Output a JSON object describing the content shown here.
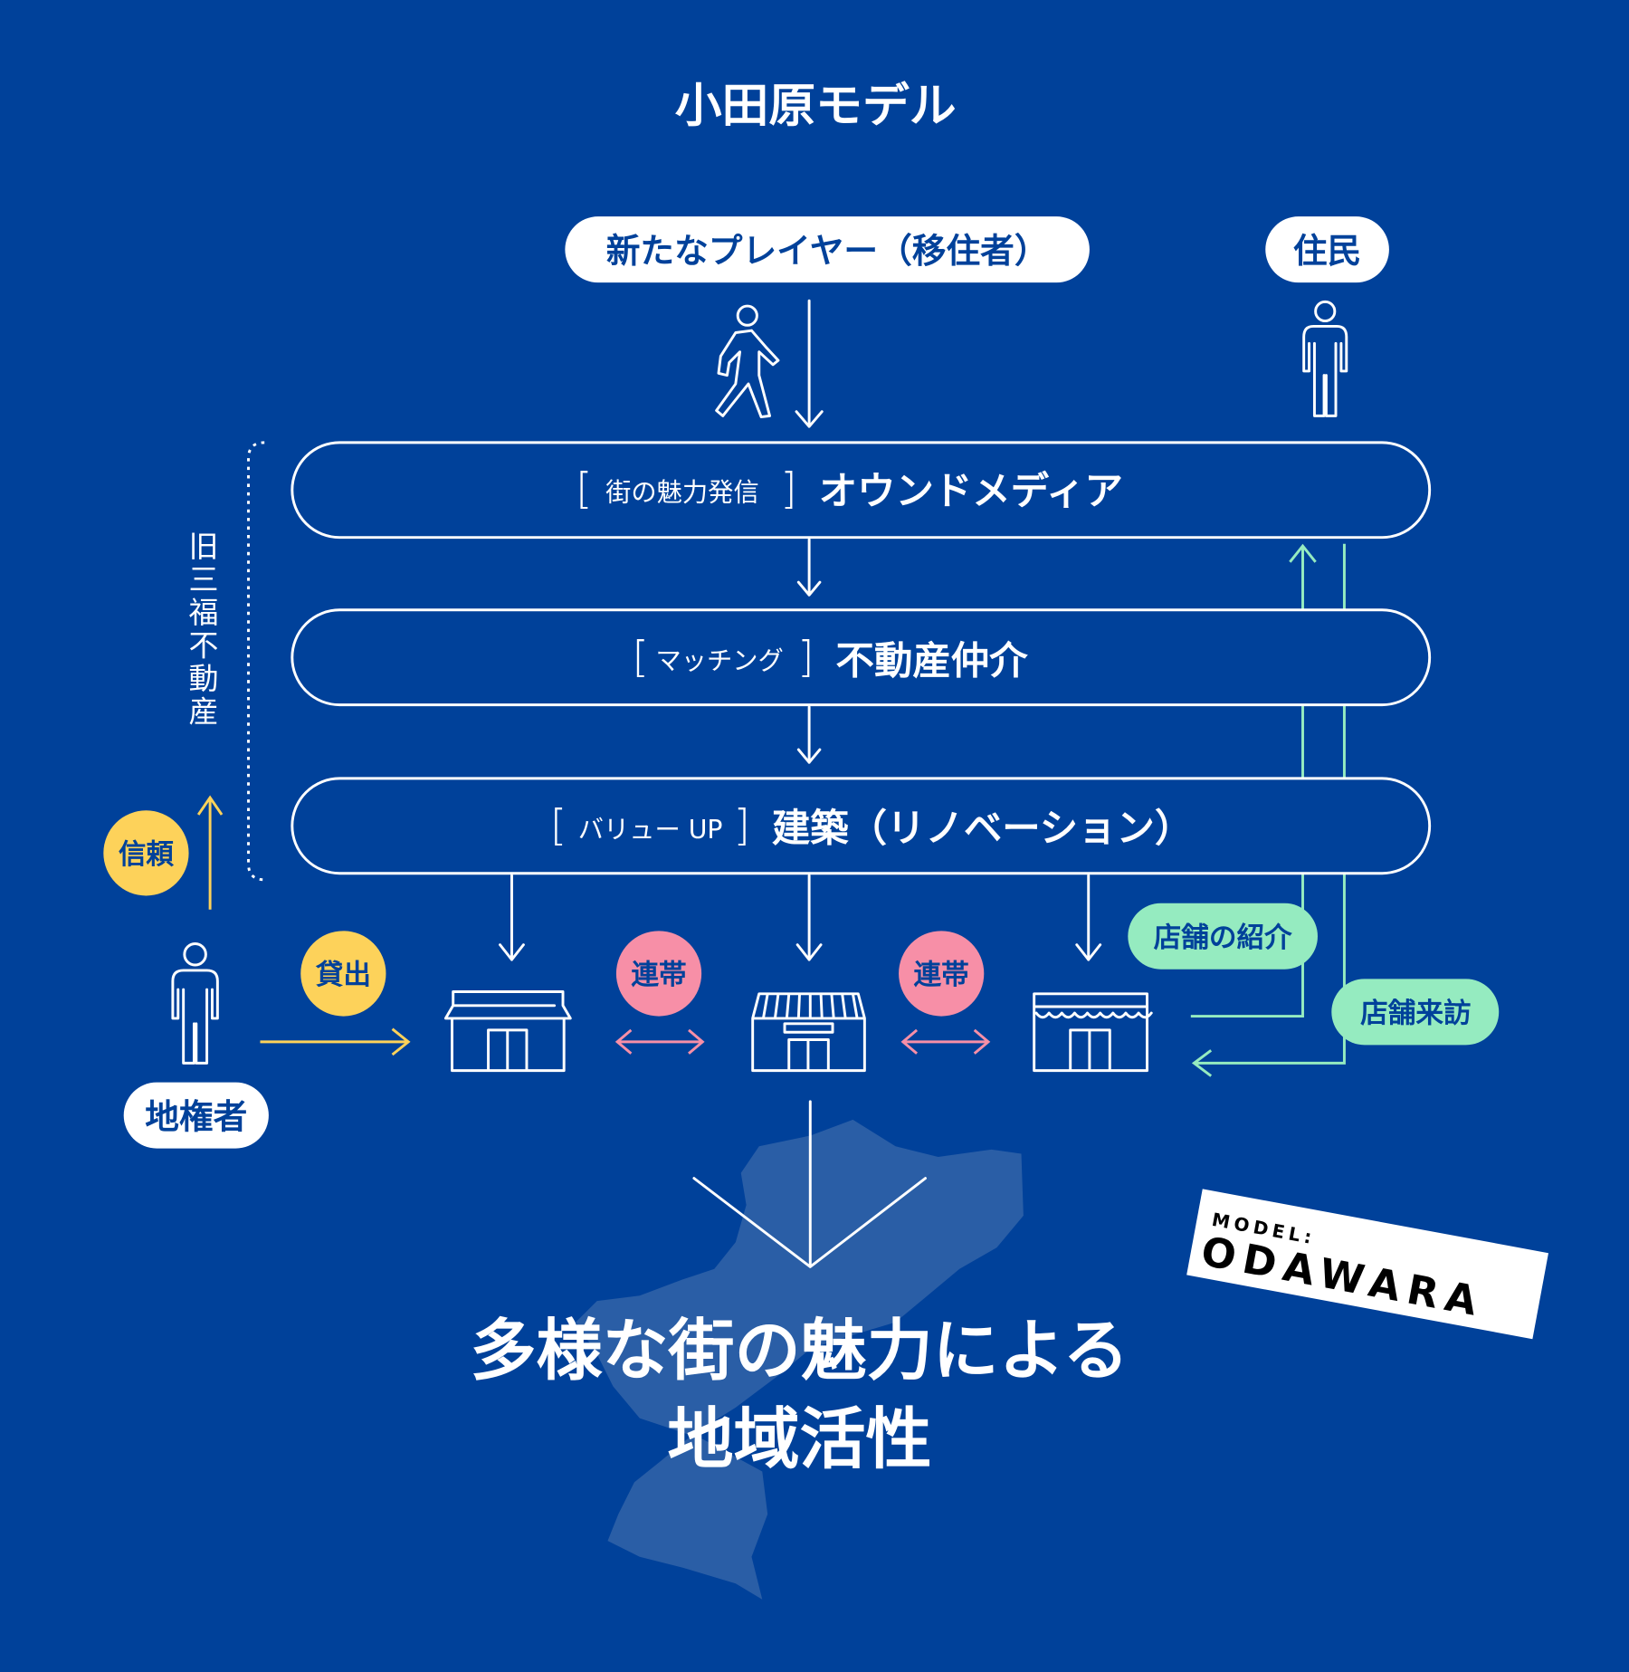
{
  "title": "小田原モデル",
  "actors": {
    "new_player": "新たなプレイヤー（移住者）",
    "resident": "住民",
    "landowner": "地権者"
  },
  "company_label": [
    "旧",
    "三",
    "福",
    "不",
    "動",
    "産"
  ],
  "steps": [
    {
      "tag": "街の魅力発信",
      "label": "オウンドメディア"
    },
    {
      "tag": "マッチング",
      "label": "不動産仲介"
    },
    {
      "tag": "バリュー UP",
      "label": "建築（リノベーション）"
    }
  ],
  "badges": {
    "trust": "信頼",
    "lend": "貸出",
    "solidarity_1": "連帯",
    "solidarity_2": "連帯",
    "store_intro": "店舗の紹介",
    "store_visit": "店舗来訪"
  },
  "result": {
    "line1": "多様な街の魅力による",
    "line2": "地域活性"
  },
  "stamp": {
    "small": "MODEL:",
    "big": "ODAWARA"
  },
  "colors": {
    "background": "#00419A",
    "yellow": "#FDD25A",
    "pink": "#F78FA7",
    "green": "#95EBC0",
    "map": "#2A5EA6"
  }
}
